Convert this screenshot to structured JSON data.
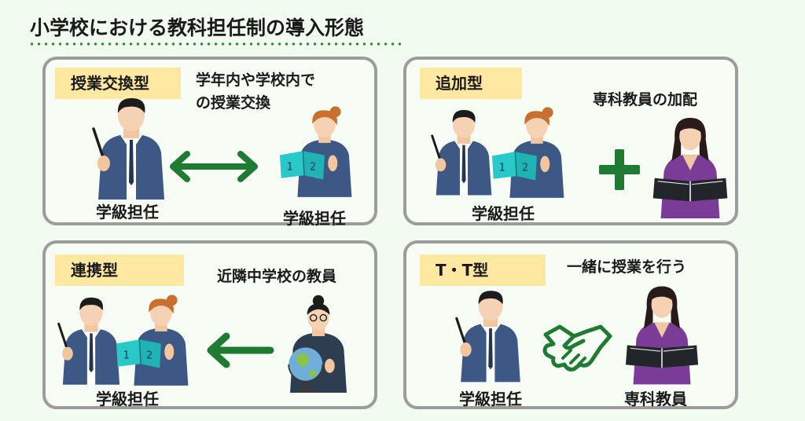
{
  "title": "小学校における教科担任制の導入形態",
  "colors": {
    "accent": "#2E8B3E",
    "arrow": "#1F7A32",
    "tag_bg": "#FFE8A1",
    "panel_border": "#9C9C9C"
  },
  "panels": {
    "p1": {
      "tag": "授業交換型",
      "desc_l1": "学年内や学校内で",
      "desc_l2": "の授業交換",
      "label_a": "学級担任",
      "label_b": "学級担任",
      "book": "1|2"
    },
    "p2": {
      "tag": "追加型",
      "desc": "専科教員の加配",
      "label_a": "学級担任",
      "book": "1|2"
    },
    "p3": {
      "tag": "連携型",
      "desc": "近隣中学校の教員",
      "label_a": "学級担任",
      "book": "1|2"
    },
    "p4": {
      "tag": "T・T型",
      "desc": "一緒に授業を行う",
      "label_a": "学級担任",
      "label_b": "専科教員"
    }
  }
}
